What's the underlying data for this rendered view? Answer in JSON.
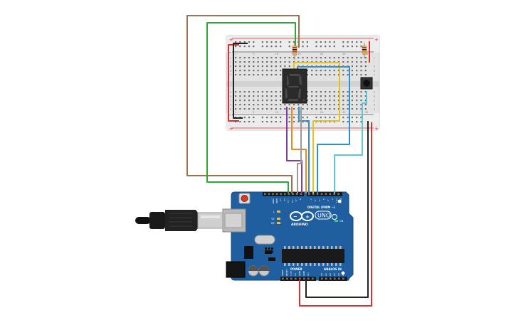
{
  "board": {
    "brand": "ARDUINO",
    "model": "UNO",
    "digital_header": "DIGITAL (PWM ~)",
    "power_header": "POWER",
    "analog_header": "ANALOG IN",
    "led_on": "ON",
    "led_tx": "TX",
    "led_rx": "RX",
    "led_l": "L",
    "aref": "AREF",
    "gnd": "GND",
    "digital_pins": [
      "13",
      "12",
      "~11",
      "~10",
      "~9",
      "8",
      "7",
      "~6",
      "~5",
      "4",
      "~3",
      "2",
      "TX 1",
      "RX 0"
    ],
    "power_pins": [
      "IOREF",
      "RESET",
      "3.3V",
      "5V",
      "GND",
      "GND",
      "Vin"
    ],
    "analog_pins": [
      "A0",
      "A1",
      "A2",
      "A3",
      "A4",
      "A5"
    ]
  },
  "breadboard": {
    "column_numbers": [
      "1",
      "5",
      "10",
      "15",
      "20",
      "25",
      "30"
    ],
    "row_letters_top": [
      "j",
      "i",
      "h",
      "g",
      "f"
    ],
    "row_letters_bottom": [
      "e",
      "d",
      "c",
      "b",
      "a"
    ],
    "rail_plus": "+",
    "rail_minus": "-"
  },
  "colors": {
    "board": "#1f5f9f",
    "breadboard": "#e8e8e8",
    "wire_red": "#d93030",
    "wire_black": "#222222",
    "wire_green": "#2ea63a",
    "wire_brown": "#9a7152",
    "wire_yellow": "#e7c21e",
    "wire_blue": "#2f8fd0",
    "wire_cyan": "#5cc8d2",
    "wire_orange": "#e98a24",
    "wire_purple": "#7b3fa6",
    "wire_gray": "#9a9a9a"
  }
}
